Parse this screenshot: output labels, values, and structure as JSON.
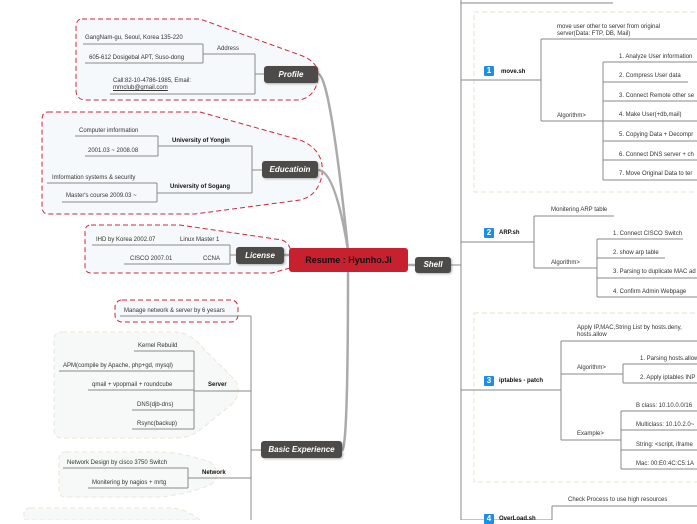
{
  "colors": {
    "central": "#c8202f",
    "topic": "#4d4b49",
    "boundary_red": "#d0283a",
    "badge": "#1e8fe0"
  },
  "central": "Resume : Hyunho.Ji",
  "profile": {
    "label": "Profile",
    "address": "Address",
    "addr1": "GangNam-gu, Seoul, Korea 135-220",
    "addr2": "605-612 Dosigebal APT, Suso-dong",
    "contact1": "Call:82-10-4786-1985, Email:",
    "email": "mrnclub@gmail.com"
  },
  "education": {
    "label": "Educatioin",
    "uni1": "University of Yongin",
    "uni1_major": "Computer imformation",
    "uni1_period": "2001.03 ~ 2008.08",
    "uni2": "University of Sogang",
    "uni2_major": "Imformation systems & security",
    "uni2_period": "Master's course 2009.03 ~"
  },
  "license": {
    "label": "License",
    "l1": "Linux Master 1",
    "l1_detail": "IHD by Korea 2002.07",
    "l2": "CCNA",
    "l2_detail": "CISCO 2007.01"
  },
  "experience": {
    "label": "Basic Experience",
    "summary": "Manage network & server by 6 yesars",
    "server": "Server",
    "server_items": [
      "Kernel Rebuild",
      "APM(compile by Apache, php+gd, mysql)",
      "qmail + vpopmail + roundcube",
      "DNS(djb-dns)",
      "Rsync(backup)"
    ],
    "network": "Network",
    "network_items": [
      "Network Design by cisco 3750 Switch",
      "Monitering by nagios + mrtg"
    ]
  },
  "shell": {
    "label": "Shell",
    "move": {
      "num": "1",
      "label": "move.sh",
      "desc1": "move user other to server from original",
      "desc2": "server(Data: FTP, DB, Mail)",
      "algo": "Algorithm>",
      "steps": [
        "1. Analyze User information",
        "2. Compress User data",
        "3. Connect Remote other se",
        "4. Make User(+db,mail)",
        "5. Copying Data + Decompr",
        "6. Connect DNS server + ch",
        "7. Move Original Data to ter"
      ]
    },
    "arp": {
      "num": "2",
      "label": "ARP.sh",
      "desc": "Monitering ARP table",
      "algo": "Algorithm>",
      "steps": [
        "1. Connect CISCO Switch",
        "2. show arp table",
        "3. Parsing to duplicate MAC ad",
        "4. Confirm Admin Webpage"
      ]
    },
    "iptables": {
      "num": "3",
      "label": "iptables - patch",
      "desc1": "Apply IP,MAC,String List by hosts.deny,",
      "desc2": "hosts.allow",
      "algo": "Algorithm>",
      "steps": [
        "1. Parsing hosts.allow",
        "2. Apply iptables INP"
      ],
      "example": "Example>",
      "examples": [
        "B class: 10.10.0.0/16",
        "Multiclass: 10.10.2.0~",
        "String: <script, iframe",
        "Mac: 00:E0:4C:C5:1A"
      ]
    },
    "overload": {
      "num": "4",
      "label": "OverLoad.sh",
      "desc": "Check Process to use high resources"
    }
  }
}
